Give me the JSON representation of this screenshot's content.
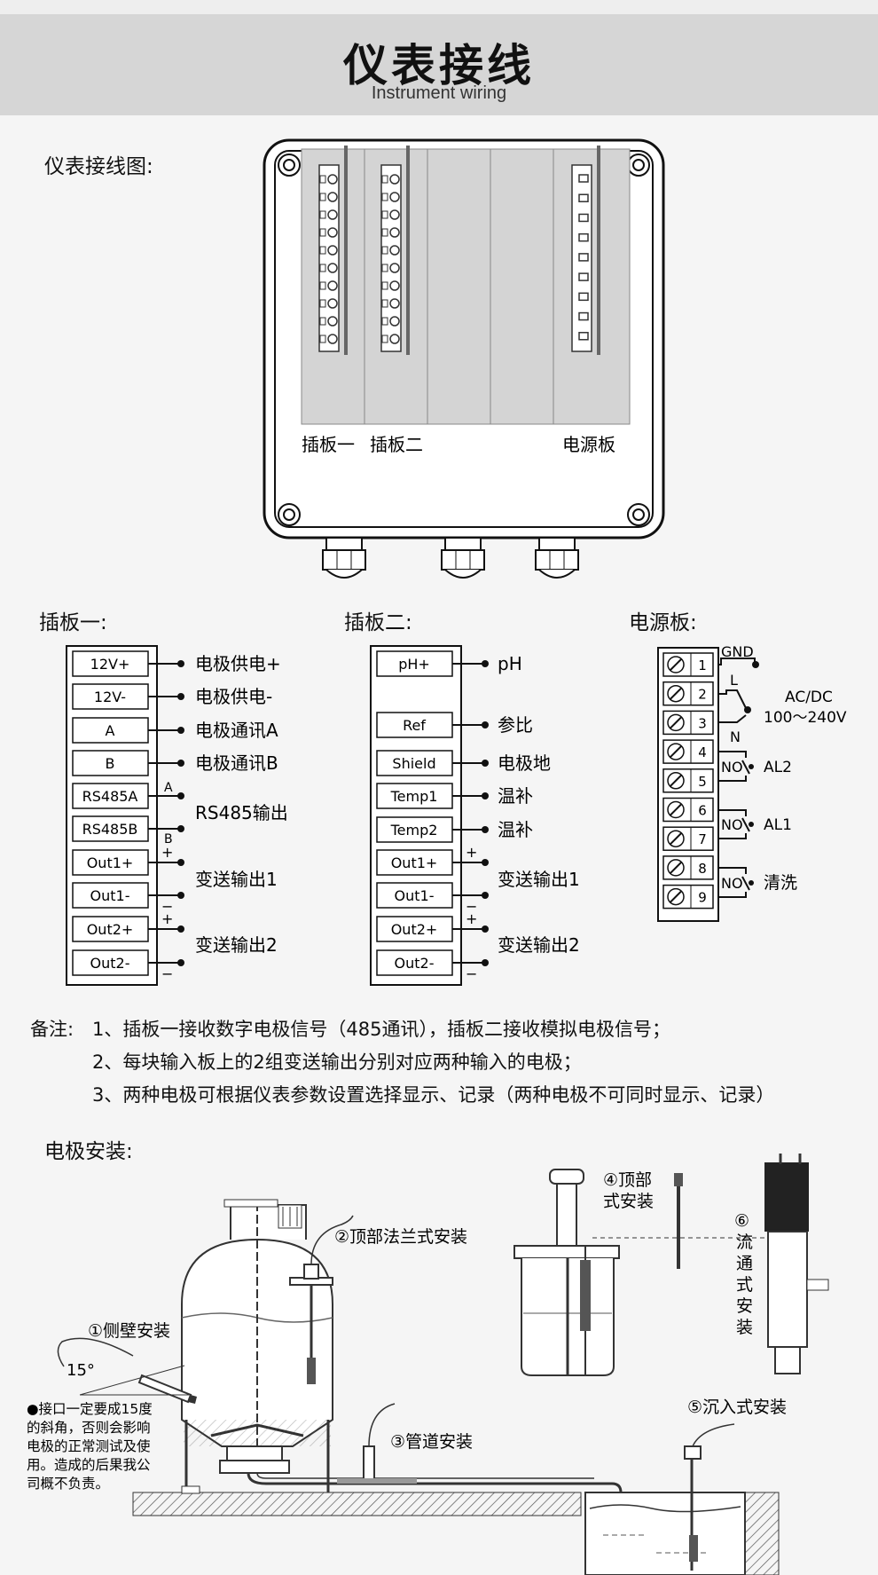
{
  "header": {
    "title": "仪表接线",
    "subtitle": "Instrument wiring"
  },
  "sections": {
    "wiring_diagram": "仪表接线图:",
    "board1": "插板一:",
    "board2": "插板二:",
    "power_board": "电源板:",
    "electrode_install": "电极安装:"
  },
  "enclosure": {
    "label1": "插板一",
    "label2": "插板二",
    "label3": "电源板"
  },
  "board1": {
    "terminals": [
      "12V+",
      "12V-",
      "A",
      "B",
      "RS485A",
      "RS485B",
      "Out1+",
      "Out1-",
      "Out2+",
      "Out2-"
    ],
    "labels": [
      "电极供电+",
      "电极供电-",
      "电极通讯A",
      "电极通讯B",
      "RS485输出",
      "变送输出1",
      "变送输出2"
    ],
    "marks": [
      "A",
      "B",
      "+",
      "−",
      "+",
      "−"
    ]
  },
  "board2": {
    "terminals": [
      "pH+",
      "Ref",
      "Shield",
      "Temp1",
      "Temp2",
      "Out1+",
      "Out1-",
      "Out2+",
      "Out2-"
    ],
    "labels": [
      "pH",
      "参比",
      "电极地",
      "温补",
      "温补",
      "变送输出1",
      "变送输出2"
    ],
    "marks": [
      "+",
      "−",
      "+",
      "−"
    ]
  },
  "power": {
    "numbers": [
      "1",
      "2",
      "3",
      "4",
      "5",
      "6",
      "7",
      "8",
      "9"
    ],
    "labels": [
      "GND",
      "L",
      "N",
      "AC/DC",
      "100～240V",
      "AL2",
      "AL1",
      "清洗"
    ],
    "no": "NO"
  },
  "notes": {
    "prefix": "备注:",
    "line1": "1、插板一接收数字电极信号（485通讯），插板二接收模拟电极信号；",
    "line2": "2、每块输入板上的2组变送输出分别对应两种输入的电极；",
    "line3": "3、两种电极可根据仪表参数设置选择显示、记录（两种电极不可同时显示、记录）"
  },
  "install": {
    "side": "①侧壁安装",
    "flange": "②顶部法兰式安装",
    "pipe": "③管道安装",
    "top": "④顶部式安装",
    "top_a": "④顶部",
    "top_b": "式安装",
    "submerge": "⑤沉入式安装",
    "flow": "⑥流通式安装",
    "flow_chars": [
      "⑥",
      "流",
      "通",
      "式",
      "安",
      "装"
    ],
    "angle": "15°",
    "warning": [
      "●接口一定要成15度",
      "的斜角，否则会影响",
      "电极的正常测试及使",
      "用。造成的后果我公",
      "司概不负责。"
    ]
  },
  "colors": {
    "header_bg": "#d6d6d6",
    "panel_gray": "#d4d4d4",
    "text": "#111111"
  }
}
